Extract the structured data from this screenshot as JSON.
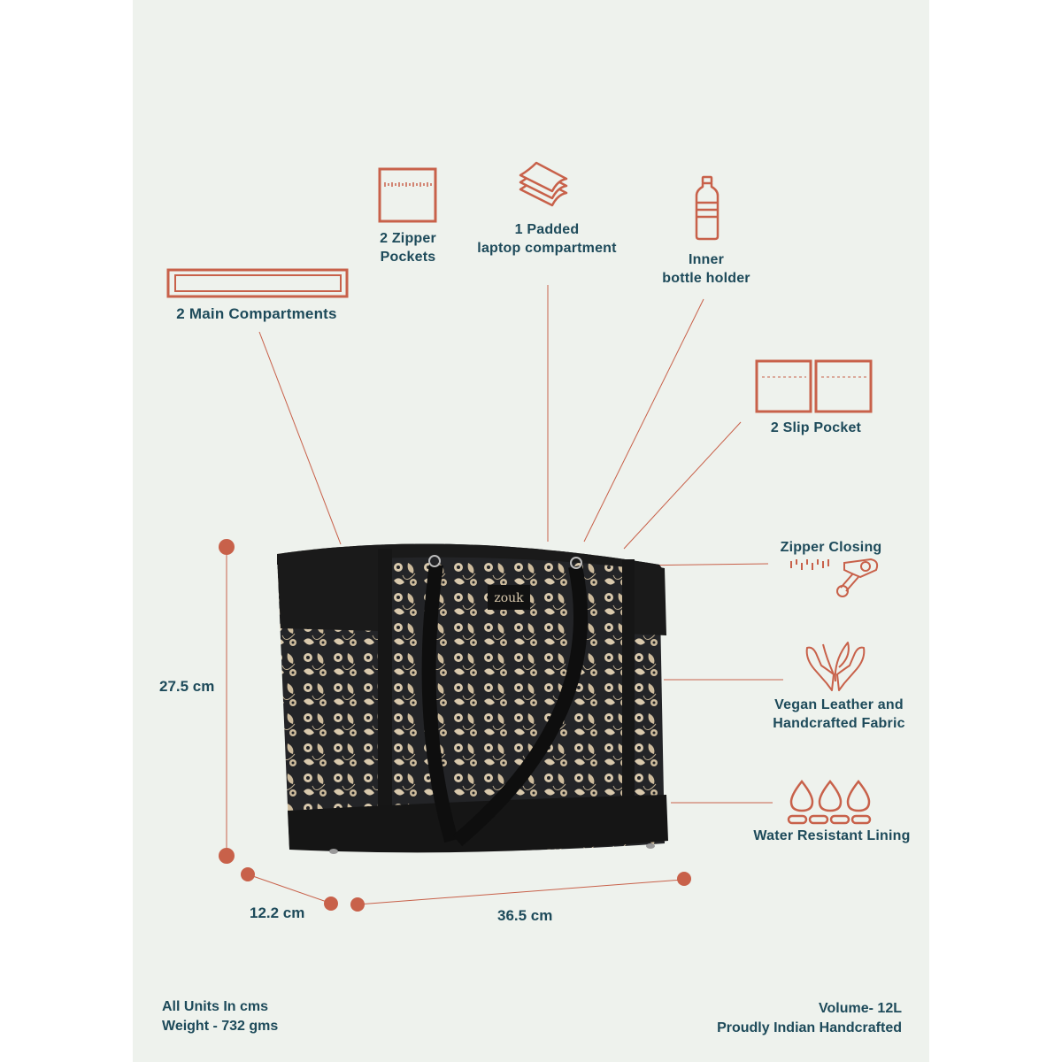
{
  "colors": {
    "panel_background": "#eef2ed",
    "accent": "#c8614a",
    "text": "#1d4a5a",
    "bag_black": "#1a1a1a",
    "fabric_cream": "#d9c9ad"
  },
  "product": {
    "brand_tag": "zouk",
    "image_alt": "Black floral print tote bag with black vegan leather trim and shoulder straps"
  },
  "features": [
    {
      "id": "main-compartments",
      "icon": "double-rectangle-icon",
      "label": "2 Main Compartments"
    },
    {
      "id": "zipper-pockets",
      "icon": "zipper-pocket-icon",
      "line1": "2 Zipper",
      "line2": "Pockets"
    },
    {
      "id": "laptop-compartment",
      "icon": "padded-layers-icon",
      "line1": "1 Padded",
      "line2": "laptop compartment"
    },
    {
      "id": "bottle-holder",
      "icon": "bottle-icon",
      "line1": "Inner",
      "line2": "bottle holder"
    },
    {
      "id": "slip-pocket",
      "icon": "slip-pocket-icon",
      "label": "2 Slip Pocket"
    },
    {
      "id": "zipper-closing",
      "icon": "zipper-pull-icon",
      "label": "Zipper Closing"
    },
    {
      "id": "vegan-leather",
      "icon": "hands-leaf-icon",
      "line1": "Vegan Leather and",
      "line2": "Handcrafted Fabric"
    },
    {
      "id": "water-resistant",
      "icon": "water-drops-icon",
      "label": "Water Resistant Lining"
    }
  ],
  "dimensions": {
    "height": "27.5 cm",
    "depth": "12.2 cm",
    "width": "36.5 cm"
  },
  "footer": {
    "left": [
      "All Units In cms",
      "Weight - 732 gms"
    ],
    "right": [
      "Volume- 12L",
      "Proudly Indian Handcrafted"
    ]
  }
}
